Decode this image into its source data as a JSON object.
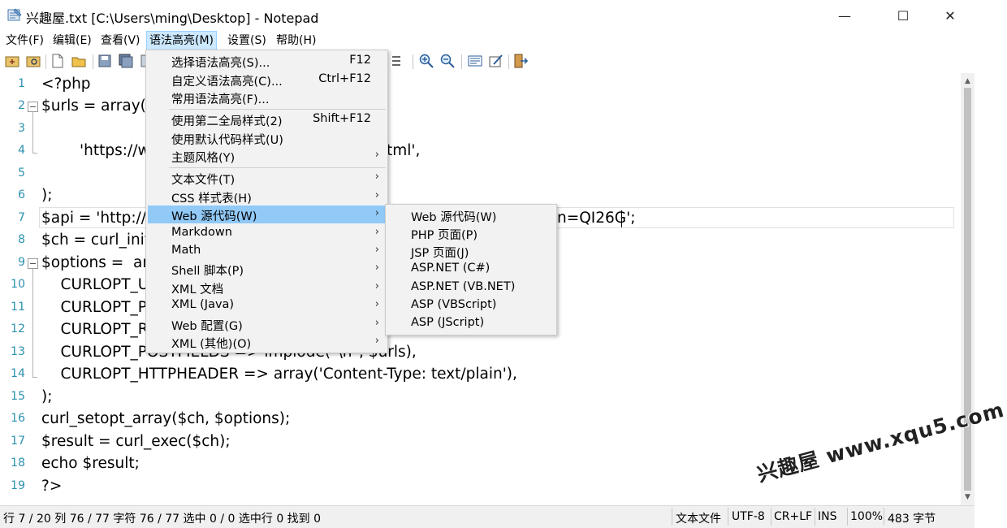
{
  "window": {
    "title": "兴趣屋.txt [C:\\Users\\ming\\Desktop] - Notepad",
    "minimize": "—",
    "maximize": "☐",
    "close": "✕"
  },
  "menubar": [
    "文件(F)",
    "编辑(E)",
    "查看(V)",
    "语法高亮(M)",
    "设置(S)",
    "帮助(H)"
  ],
  "editor": {
    "line_numbers": [
      "1",
      "2",
      "3",
      "4",
      "5",
      "6",
      "7",
      "8",
      "9",
      "10",
      "11",
      "12",
      "13",
      "14",
      "15",
      "16",
      "17",
      "18",
      "19"
    ],
    "lines": [
      "<?php",
      "$urls = array(",
      "",
      "        'https://w",
      "",
      ");",
      "$api = 'http://c",
      "$ch = curl_init(",
      "$options =  arr",
      "    CURLOPT_U",
      "    CURLOPT_P",
      "    CURLOPT_R",
      "    CURLOPT_POSTFIELDS => implode(\"\\n\", $urls),",
      "    CURLOPT_HTTPHEADER => array('Content-Type: text/plain'),",
      ");",
      "curl_setopt_array($ch, $options);",
      "$result = curl_exec($ch);",
      "echo $result;",
      "?>"
    ],
    "line4_tail": "tml',",
    "line7_tail": "n=QI26G';"
  },
  "syntax_menu": {
    "items": [
      {
        "label": "选择语法高亮(S)...",
        "key": "F12",
        "arrow": ""
      },
      {
        "label": "自定义语法高亮(C)...",
        "key": "Ctrl+F12",
        "arrow": ""
      },
      {
        "label": "常用语法高亮(F)...",
        "key": "",
        "arrow": ""
      },
      {
        "label": "使用第二全局样式(2)",
        "key": "Shift+F12",
        "arrow": ""
      },
      {
        "label": "使用默认代码样式(U)",
        "key": "",
        "arrow": ""
      },
      {
        "label": "主题风格(Y)",
        "key": "",
        "arrow": "›"
      },
      {
        "label": "文本文件(T)",
        "key": "",
        "arrow": "›"
      },
      {
        "label": "CSS 样式表(H)",
        "key": "",
        "arrow": "›"
      },
      {
        "label": "Web 源代码(W)",
        "key": "",
        "arrow": "›"
      },
      {
        "label": "Markdown",
        "key": "",
        "arrow": "›"
      },
      {
        "label": "Math",
        "key": "",
        "arrow": "›"
      },
      {
        "label": "Shell 脚本(P)",
        "key": "",
        "arrow": "›"
      },
      {
        "label": "XML 文档",
        "key": "",
        "arrow": "›"
      },
      {
        "label": "XML (Java)",
        "key": "",
        "arrow": "›"
      },
      {
        "label": "Web 配置(G)",
        "key": "",
        "arrow": "›"
      },
      {
        "label": "XML (其他)(O)",
        "key": "",
        "arrow": "›"
      }
    ]
  },
  "web_submenu": {
    "items": [
      "Web 源代码(W)",
      "PHP 页面(P)",
      "JSP 页面(J)",
      "ASP.NET (C#)",
      "ASP.NET (VB.NET)",
      "ASP (VBScript)",
      "ASP (JScript)"
    ]
  },
  "statusbar": {
    "position": "行 7 / 20  列 76 / 77  字符 76 / 77  选中 0 / 0  选中行 0  找到 0",
    "file_type": "文本文件",
    "encoding": "UTF-8",
    "line_ending": "CR+LF",
    "insert_mode": "INS",
    "zoom": "100%",
    "size": "483 字节"
  },
  "watermark": "兴趣屋 www.xqu5.com",
  "colors": {
    "line_number": "#2b91af",
    "menu_highlight": "#91c9f7",
    "menu_active": "#cce8ff"
  }
}
